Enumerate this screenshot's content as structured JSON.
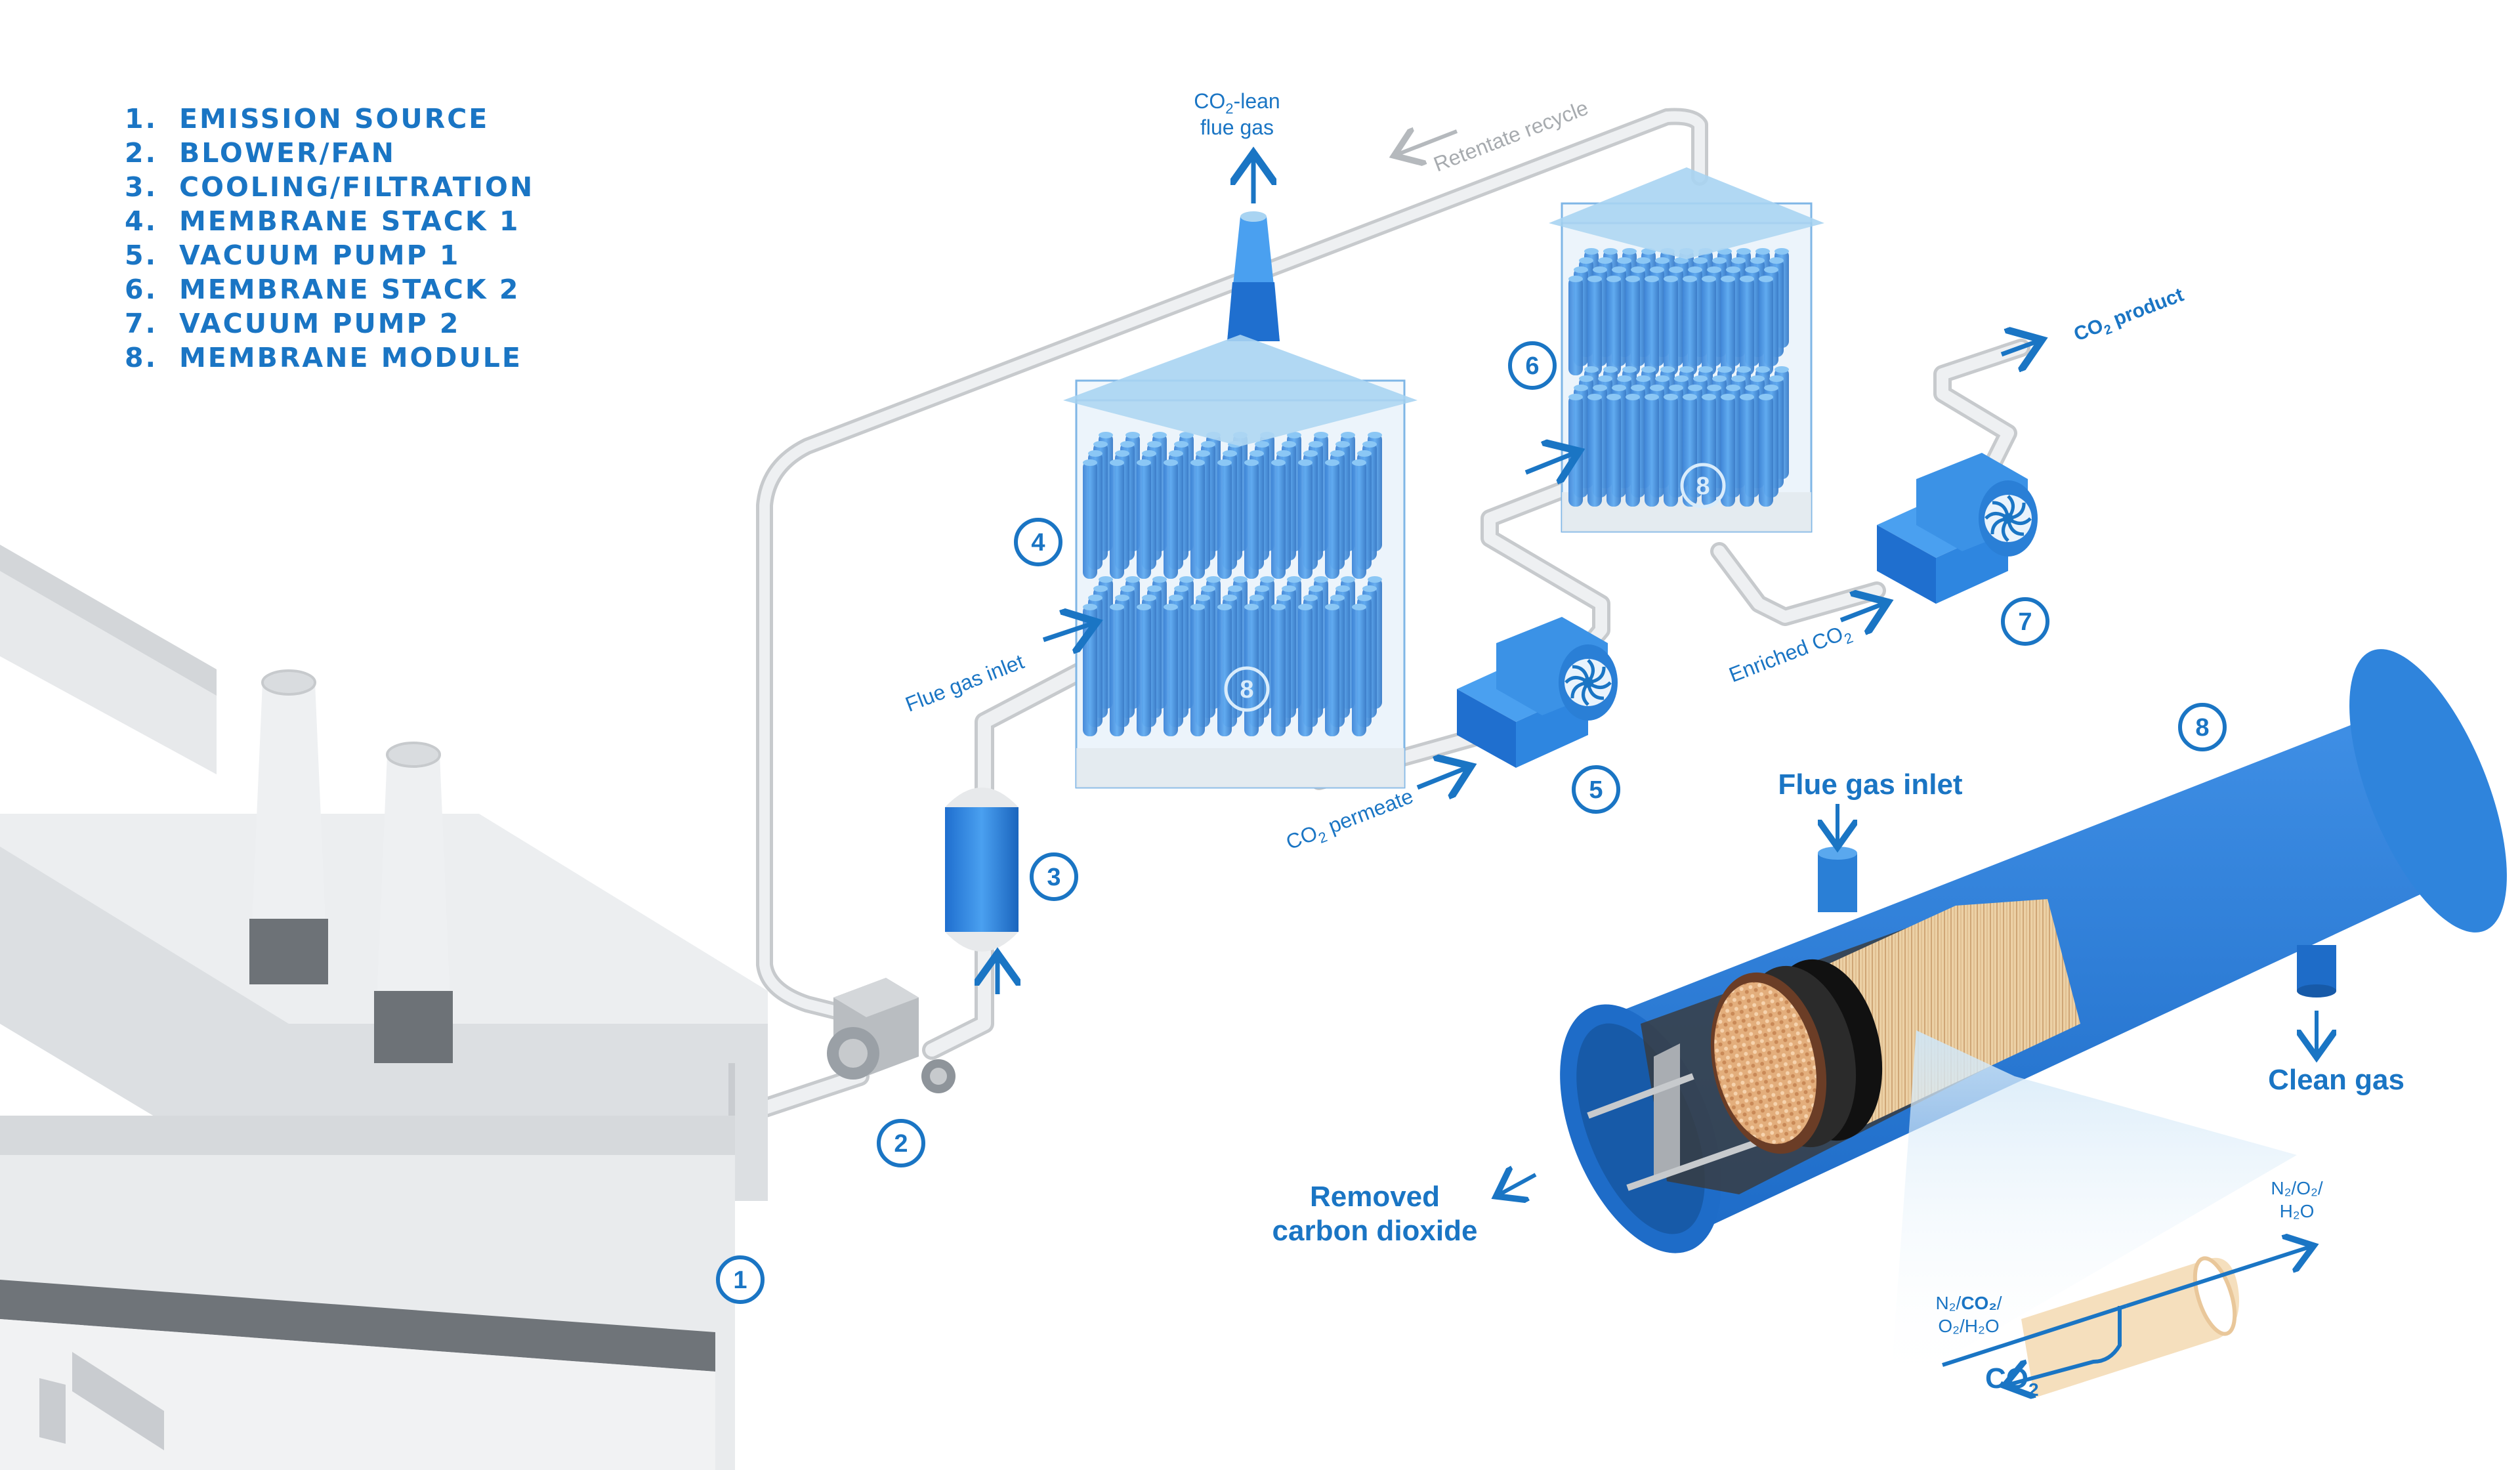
{
  "legend": {
    "items": [
      {
        "num": "1.",
        "label": "EMISSION SOURCE"
      },
      {
        "num": "2.",
        "label": "BLOWER/FAN"
      },
      {
        "num": "3.",
        "label": "COOLING/FILTRATION"
      },
      {
        "num": "4.",
        "label": "MEMBRANE STACK 1"
      },
      {
        "num": "5.",
        "label": "VACUUM PUMP 1"
      },
      {
        "num": "6.",
        "label": "MEMBRANE STACK 2"
      },
      {
        "num": "7.",
        "label": "VACUUM PUMP 2"
      },
      {
        "num": "8.",
        "label": "MEMBRANE MODULE"
      }
    ]
  },
  "markers": {
    "m1": "1",
    "m2": "2",
    "m3": "3",
    "m4": "4",
    "m5": "5",
    "m6": "6",
    "m7": "7",
    "m8": "8",
    "m8a": "8",
    "m8b": "8"
  },
  "labels": {
    "lean_co2": "CO",
    "lean_sub": "2",
    "lean_rest": "-lean",
    "lean_line2": "flue gas",
    "retentate": "Retentate recycle",
    "product_co2": "CO",
    "product_sub": "2",
    "product_rest": " product",
    "flue_gas_inlet": "Flue gas inlet",
    "permeate_co2": "CO",
    "permeate_sub": "2",
    "permeate_rest": " permeate",
    "enriched": "Enriched CO",
    "enriched_sub": "2",
    "module_inlet": "Flue gas inlet",
    "clean_gas": "Clean gas",
    "removed_1": "Removed",
    "removed_2": "carbon dioxide",
    "detail_out_1": "N₂/O₂/",
    "detail_out_2": "H₂O",
    "detail_in_1a": "N₂/",
    "detail_in_1b": "CO₂",
    "detail_in_1c": "/",
    "detail_in_2": "O₂/H₂O",
    "detail_co2": "CO",
    "detail_co2_sub": "2"
  },
  "colors": {
    "brand_blue": "#1a75c4",
    "module_blue": "#2e7fd9",
    "glass": "#a9d4f2",
    "pipe": "#e6e8ea",
    "fiber": "#e9c79a"
  }
}
